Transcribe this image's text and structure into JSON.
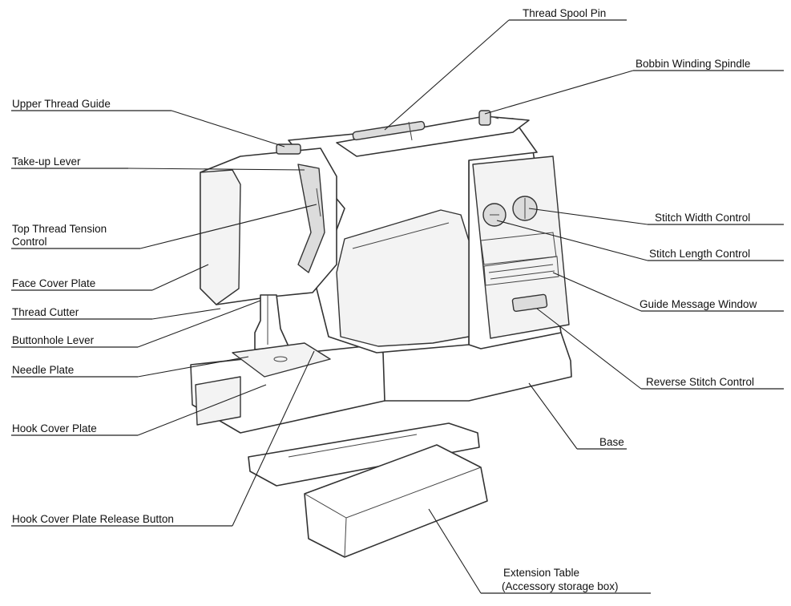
{
  "labels": {
    "thread_spool_pin": "Thread Spool Pin",
    "bobbin_winding_spindle": "Bobbin Winding Spindle",
    "upper_thread_guide": "Upper Thread Guide",
    "take_up_lever": "Take-up Lever",
    "top_thread_tension_control_1": "Top Thread Tension",
    "top_thread_tension_control_2": "Control",
    "face_cover_plate": "Face Cover Plate",
    "thread_cutter": "Thread Cutter",
    "buttonhole_lever": "Buttonhole Lever",
    "needle_plate": "Needle Plate",
    "hook_cover_plate": "Hook Cover Plate",
    "hook_cover_plate_release_button": "Hook Cover Plate Release Button",
    "stitch_width_control": "Stitch Width Control",
    "stitch_length_control": "Stitch Length Control",
    "guide_message_window": "Guide Message Window",
    "reverse_stitch_control": "Reverse Stitch Control",
    "base": "Base",
    "extension_table_1": "Extension Table",
    "extension_table_2": "(Accessory storage box)"
  }
}
